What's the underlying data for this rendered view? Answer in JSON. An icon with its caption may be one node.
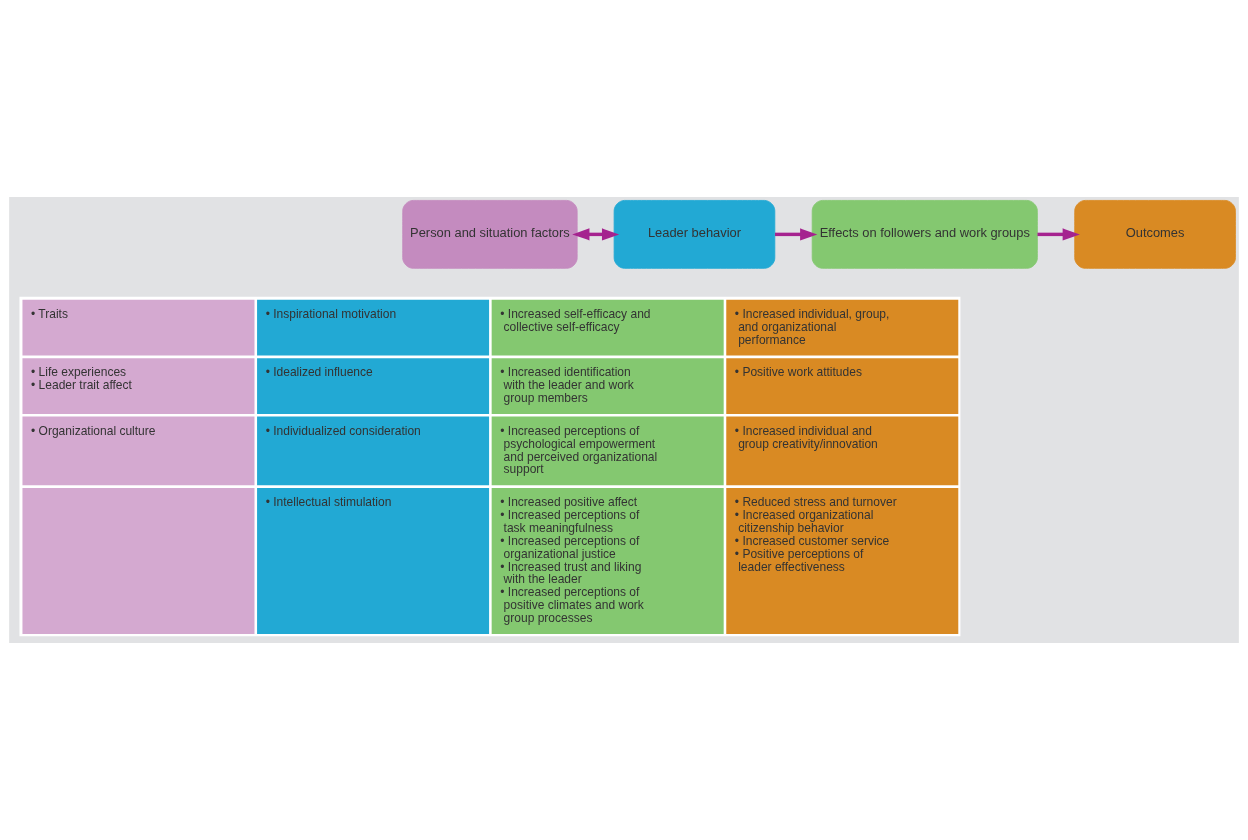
{
  "diagram": {
    "nodes": [
      {
        "text": [
          "Person and situation factors"
        ]
      },
      {
        "text": [
          "Leader behavior"
        ]
      },
      {
        "text": [
          "Effects on followers and work groups"
        ]
      },
      {
        "text": [
          "Outcomes"
        ]
      }
    ],
    "edges": [
      {
        "from": 0,
        "to": 1,
        "arrow": "both"
      },
      {
        "from": 1,
        "to": 2,
        "arrow": "to"
      },
      {
        "from": 2,
        "to": 3,
        "arrow": "to"
      }
    ],
    "labels": [
      "• Traits",
      "• Inspirational motivation",
      "• Increased self-efficacy and collective self-efficacy",
      "• Increased individual, group, and organizational performance",
      "• Life experiences",
      "• Leader trait affect",
      "• Idealized influence",
      "• Increased identification with the leader and work group members",
      "• Positive work attitudes",
      "• Organizational culture",
      "• Individualized consideration",
      "• Increased perceptions of psychological empowerment and perceived organizational support",
      "• Increased individual and group creativity/innovation",
      "• Intellectual stimulation",
      "• Increased positive affect",
      "• Increased perceptions of task meaningfulness",
      "• Increased perceptions of organizational justice",
      "• Increased trust and liking with the leader",
      "• Increased perceptions of positive climates and work group processes",
      "• Reduced stress and turnover",
      "• Increased organizational citizenship behavior",
      "• Increased customer service",
      "• Positive perceptions of leader effectiveness"
    ]
  }
}
